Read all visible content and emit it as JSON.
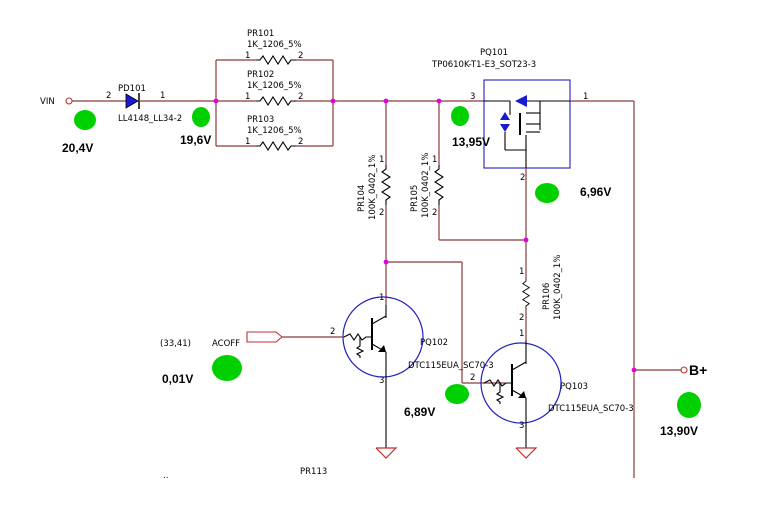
{
  "colors": {
    "wire": "#8b3a3a",
    "junction": "#e000e0",
    "marker": "#00d000",
    "ground": "#cc2020"
  },
  "nets": {
    "vin": "VIN",
    "bplus": "B+",
    "acoff": "ACOFF",
    "acoff_ref": "(33,41)"
  },
  "components": {
    "pd101": {
      "ref": "PD101",
      "value": "LL4148_LL34-2",
      "pin_a": "2",
      "pin_k": "1"
    },
    "pr101": {
      "ref": "PR101",
      "value": "1K_1206_5%",
      "pin1": "1",
      "pin2": "2"
    },
    "pr102": {
      "ref": "PR102",
      "value": "1K_1206_5%",
      "pin1": "1",
      "pin2": "2"
    },
    "pr103": {
      "ref": "PR103",
      "value": "1K_1206_5%",
      "pin1": "1",
      "pin2": "2"
    },
    "pq101": {
      "ref": "PQ101",
      "value": "TP0610K-T1-E3_SOT23-3",
      "pin_s": "3",
      "pin_d": "1",
      "pin_g": "2"
    },
    "pr104": {
      "ref": "PR104",
      "value": "100K_0402_1%",
      "pin1": "1",
      "pin2": "2"
    },
    "pr105": {
      "ref": "PR105",
      "value": "100K_0402_1%",
      "pin1": "1",
      "pin2": "2"
    },
    "pr106": {
      "ref": "PR106",
      "value": "100K_0402_1%",
      "pin1": "1",
      "pin2": "2"
    },
    "pq102": {
      "ref": "PQ102",
      "value": "DTC115EUA_SC70-3",
      "pin_b": "2",
      "pin_c": "1",
      "pin_e": "3"
    },
    "pq103": {
      "ref": "PQ103",
      "value": "DTC115EUA_SC70-3",
      "pin_b": "2",
      "pin_c": "1",
      "pin_e": "3"
    },
    "pr113": {
      "ref": "PR113"
    }
  },
  "measurements": {
    "vin": "20,4V",
    "diode_out": "19,6V",
    "source": "13,95V",
    "gate": "6,96V",
    "acoff": "0,01V",
    "base": "6,89V",
    "bplus": "13,90V"
  },
  "misc": {
    "dots": ".."
  }
}
